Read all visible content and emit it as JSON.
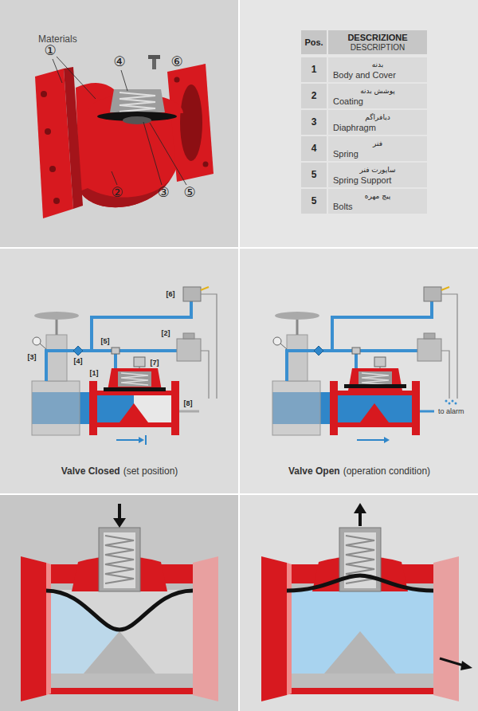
{
  "diagram": {
    "labels": [
      "Materials",
      "①",
      "④",
      "⑥",
      "②",
      "③",
      "⑤",
      "Pos.",
      "DESCRIZIONE",
      "DESCRIPTION",
      "1",
      "بدنه",
      "Body and Cover",
      "2",
      "پوشش بدنه",
      "Coating",
      "3",
      "دیافراگم",
      "Diaphragm",
      "4",
      "فنر",
      "Spring",
      "5",
      "ساپورت فنر",
      "Spring Support",
      "5",
      "پیچ مهره",
      "Bolts",
      "[6]",
      "[2]",
      "[3]",
      "[4]",
      "[5]",
      "[1]",
      "[7]",
      "[8]",
      "Valve Closed",
      "(set position)",
      "to alarm",
      "Valve Open",
      "(operation condition)"
    ]
  }
}
